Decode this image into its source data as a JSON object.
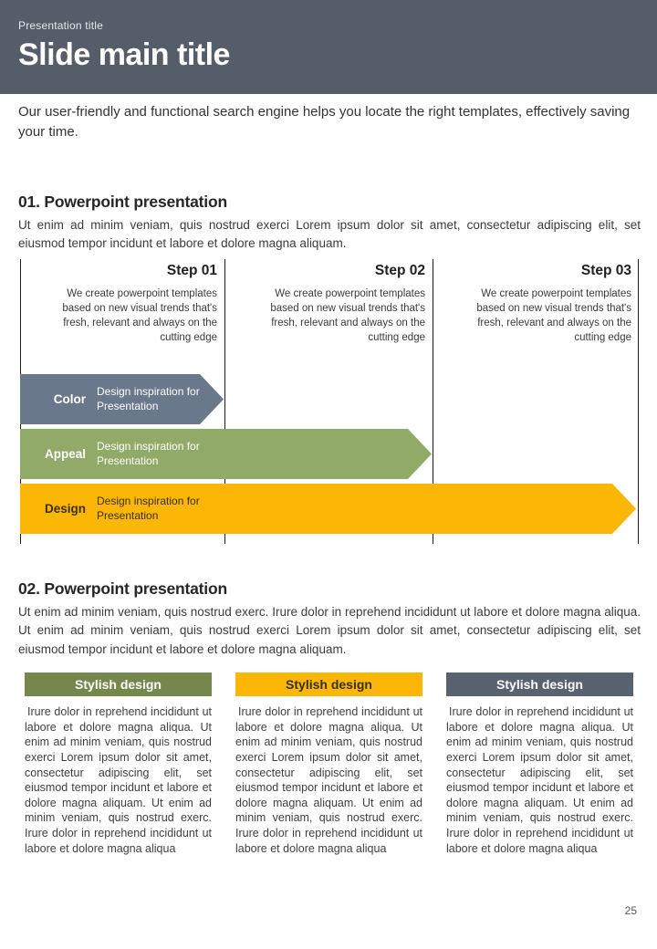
{
  "header": {
    "kicker": "Presentation title",
    "title": "Slide main title",
    "bg_color": "#545d68"
  },
  "intro": "Our user-friendly and functional search engine helps you locate the right templates, effectively saving your time.",
  "section1": {
    "heading": "01. Powerpoint presentation",
    "body": "Ut enim ad minim veniam, quis nostrud exerci  Lorem ipsum dolor sit amet, consectetur adipiscing elit, set eiusmod tempor incidunt et labore et dolore magna aliquam.",
    "steps": [
      {
        "label": "Step 01",
        "text": "We create powerpoint templates based on new visual trends that's fresh, relevant and always on the cutting edge"
      },
      {
        "label": "Step 02",
        "text": "We create powerpoint templates based on new visual trends that's fresh, relevant and always on the cutting edge"
      },
      {
        "label": "Step 03",
        "text": "We create powerpoint templates based on new visual trends that's fresh, relevant and always on the cutting edge"
      }
    ],
    "arrows": [
      {
        "label": "Color",
        "text": "Design inspiration for Presentation",
        "color": "#69788a",
        "text_color": "#ffffff"
      },
      {
        "label": "Appeal",
        "text": "Design inspiration for Presentation",
        "color": "#92aa67",
        "text_color": "#ffffff"
      },
      {
        "label": "Design",
        "text": "Design inspiration for Presentation",
        "color": "#fcb605",
        "text_color": "#39300a"
      }
    ]
  },
  "section2": {
    "heading": "02. Powerpoint presentation",
    "body": "Ut enim ad minim veniam, quis nostrud exerc. Irure dolor in reprehend incididunt ut labore et dolore magna aliqua. Ut enim ad minim veniam, quis nostrud exerci  Lorem ipsum dolor sit amet, consectetur adipiscing elit, set eiusmod tempor incidunt et labore et dolore magna aliquam.",
    "columns": [
      {
        "title": "Stylish design",
        "header_bg": "#76874d",
        "header_fg": "#ffffff",
        "body": "Irure dolor in reprehend incididunt ut labore et dolore magna aliqua. Ut enim ad minim veniam, quis nostrud exerci  Lorem ipsum dolor sit amet, consectetur adipiscing elit, set eiusmod tempor incidunt et labore et dolore magna aliquam. Ut enim ad minim veniam, quis nostrud exerc. Irure dolor in reprehend incididunt ut labore et dolore magna aliqua"
      },
      {
        "title": "Stylish design",
        "header_bg": "#fcb605",
        "header_fg": "#39300a",
        "body": "Irure dolor in reprehend incididunt ut labore et dolore magna aliqua. Ut enim ad minim veniam, quis nostrud exerci  Lorem ipsum dolor sit amet, consectetur adipiscing elit, set eiusmod tempor incidunt et labore et dolore magna aliquam. Ut enim ad minim veniam, quis nostrud exerc. Irure dolor in reprehend incididunt ut labore et dolore magna aliqua"
      },
      {
        "title": "Stylish design",
        "header_bg": "#586271",
        "header_fg": "#ffffff",
        "body": "Irure dolor in reprehend incididunt ut labore et dolore magna aliqua. Ut enim ad minim veniam, quis nostrud exerci  Lorem ipsum dolor sit amet, consectetur adipiscing elit, set eiusmod tempor incidunt et labore et dolore magna aliquam. Ut enim ad minim veniam, quis nostrud exerc. Irure dolor in reprehend incididunt ut labore et dolore magna aliqua"
      }
    ]
  },
  "footer": {
    "page_number": "25"
  }
}
